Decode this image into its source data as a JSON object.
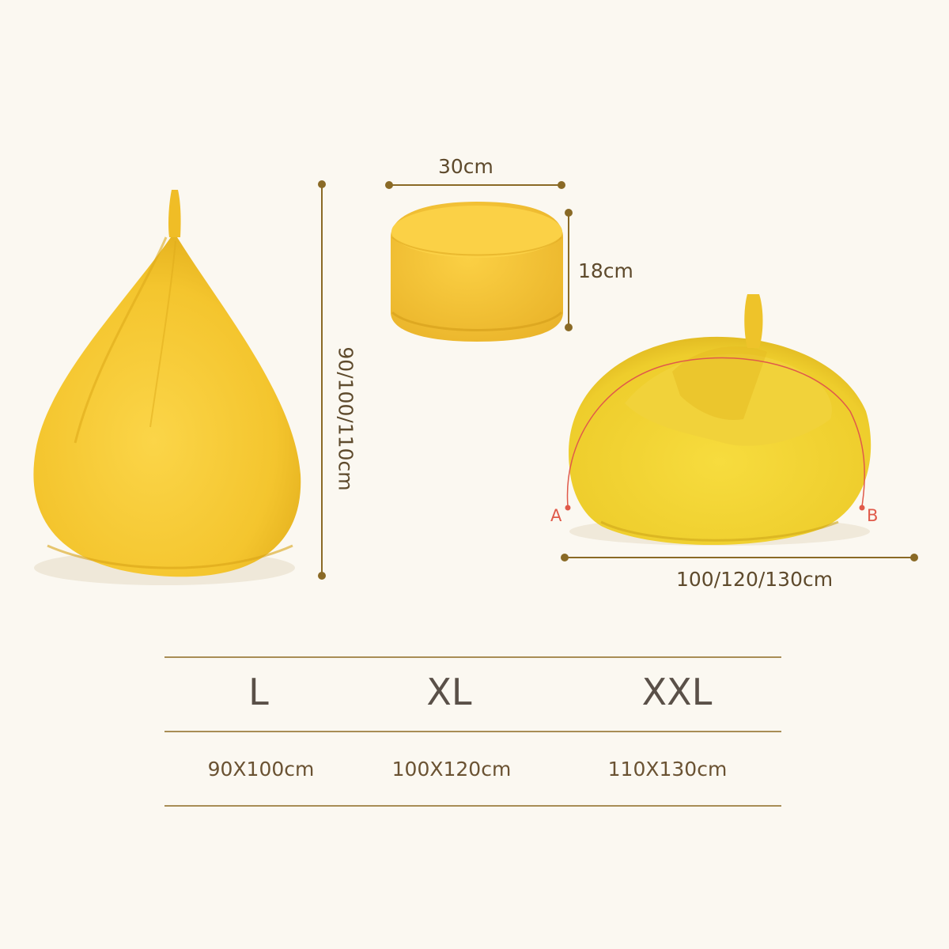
{
  "dimensions": {
    "width_label": "30cm",
    "height_label": "18cm",
    "tall_label": "90/100/110cm",
    "wide_label": "100/120/130cm",
    "point_a": "A",
    "point_b": "B"
  },
  "size_table": {
    "headers": [
      "L",
      "XL",
      "XXL"
    ],
    "values": [
      "90X100cm",
      "100X120cm",
      "110X130cm"
    ]
  },
  "colors": {
    "background": "#fbf8f1",
    "fabric": "#f4c52e",
    "accent_line": "#a88d55",
    "arc": "#e05a4a"
  }
}
